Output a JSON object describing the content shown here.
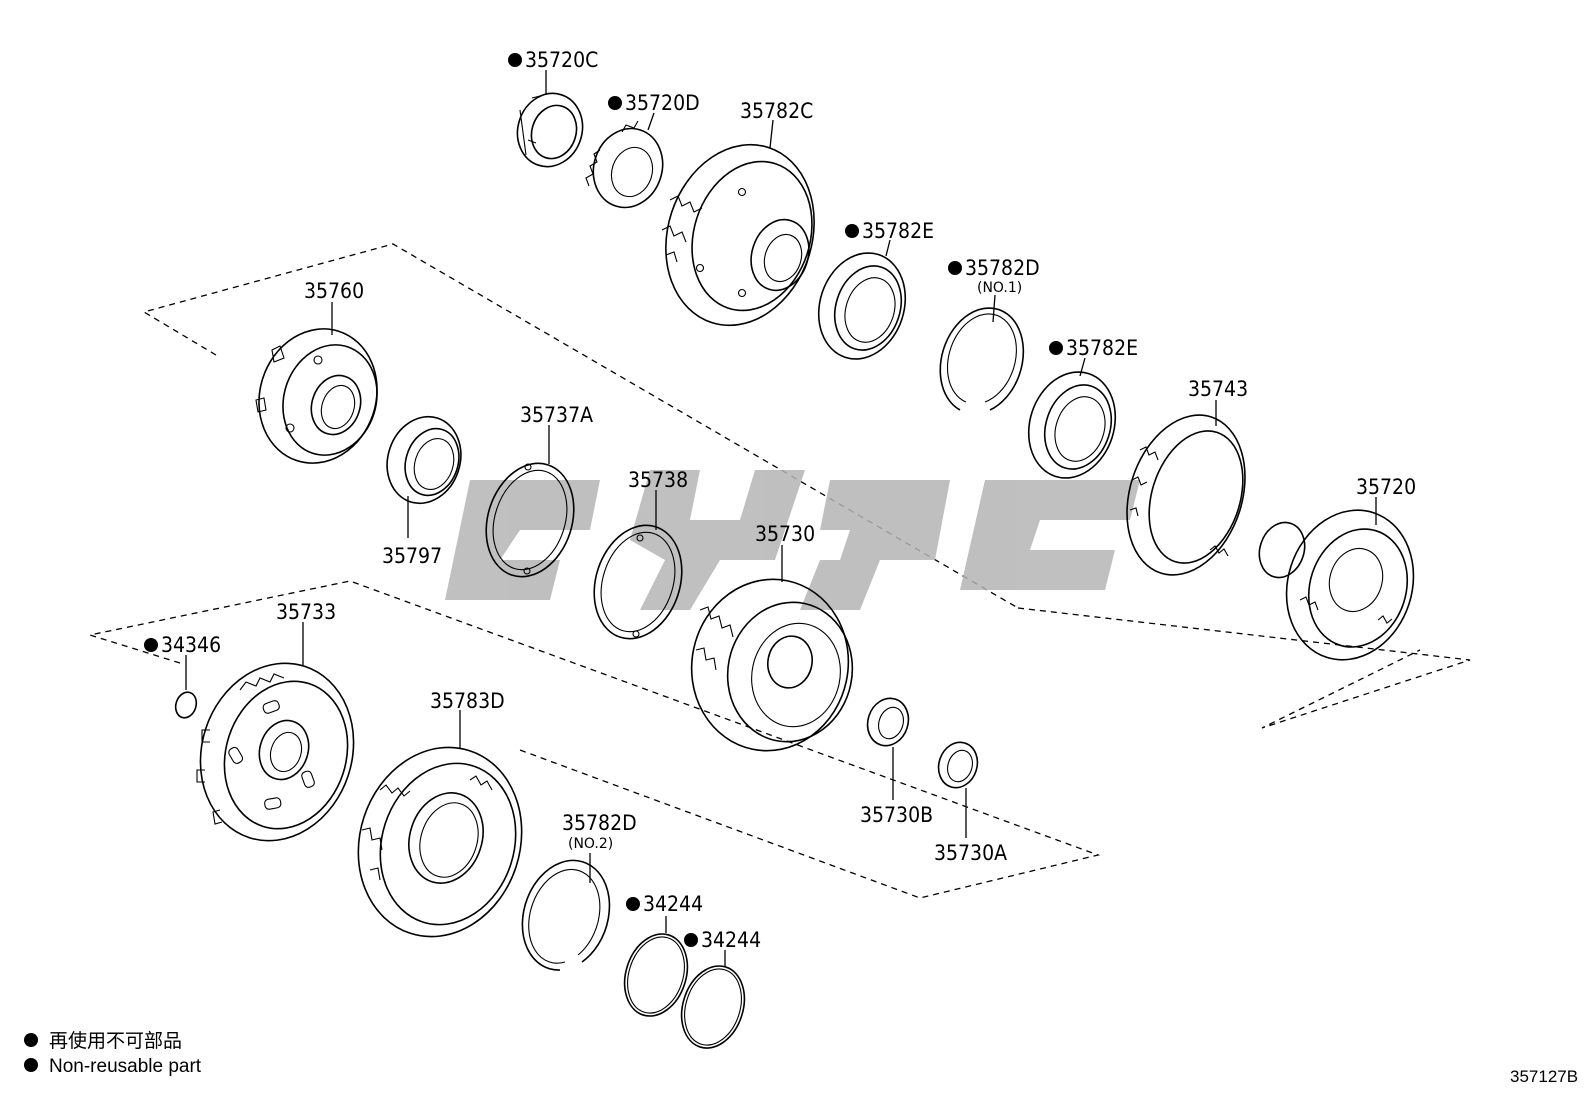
{
  "watermark": {
    "color": "#b5b5b5"
  },
  "parts": [
    {
      "id": "p35720C",
      "label": "35720C",
      "non_reusable": true
    },
    {
      "id": "p35720D",
      "label": "35720D",
      "non_reusable": true
    },
    {
      "id": "p35782C",
      "label": "35782C",
      "non_reusable": false
    },
    {
      "id": "p35782E_a",
      "label": "35782E",
      "non_reusable": true
    },
    {
      "id": "p35782D_1",
      "label": "35782D",
      "sub": "(NO.1)",
      "non_reusable": true
    },
    {
      "id": "p35782E_b",
      "label": "35782E",
      "non_reusable": true
    },
    {
      "id": "p35743",
      "label": "35743",
      "non_reusable": false
    },
    {
      "id": "p35720",
      "label": "35720",
      "non_reusable": false
    },
    {
      "id": "p35760",
      "label": "35760",
      "non_reusable": false
    },
    {
      "id": "p35737A",
      "label": "35737A",
      "non_reusable": false
    },
    {
      "id": "p35738",
      "label": "35738",
      "non_reusable": false
    },
    {
      "id": "p35797",
      "label": "35797",
      "non_reusable": false
    },
    {
      "id": "p35730",
      "label": "35730",
      "non_reusable": false
    },
    {
      "id": "p35733",
      "label": "35733",
      "non_reusable": false
    },
    {
      "id": "p34346",
      "label": "34346",
      "non_reusable": true
    },
    {
      "id": "p35783D",
      "label": "35783D",
      "non_reusable": false
    },
    {
      "id": "p35730B",
      "label": "35730B",
      "non_reusable": false
    },
    {
      "id": "p35730A",
      "label": "35730A",
      "non_reusable": false
    },
    {
      "id": "p35782D_2",
      "label": "35782D",
      "sub": "(NO.2)",
      "non_reusable": false
    },
    {
      "id": "p34244_a",
      "label": "34244",
      "non_reusable": true
    },
    {
      "id": "p34244_b",
      "label": "34244",
      "non_reusable": true
    }
  ],
  "legend": {
    "line1": "再使用不可部品",
    "line2": "Non-reusable part"
  },
  "diagram_code": "357127B"
}
